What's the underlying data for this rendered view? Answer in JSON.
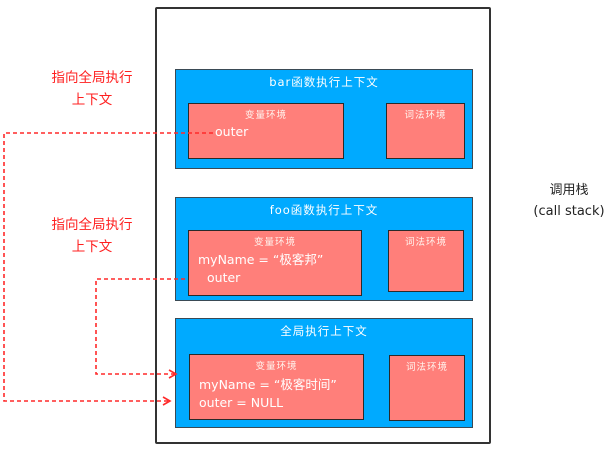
{
  "call_stack": {
    "label": "调用栈",
    "label_en": "(call stack)"
  },
  "contexts": [
    {
      "title": "bar函数执行上下文",
      "variable_env": {
        "title": "变量环境",
        "lines": [
          "outer"
        ]
      },
      "lexical_env": {
        "title": "词法环境"
      }
    },
    {
      "title": "foo函数执行上下文",
      "variable_env": {
        "title": "变量环境",
        "lines": [
          "myName = “极客邦”",
          "outer"
        ]
      },
      "lexical_env": {
        "title": "词法环境"
      }
    },
    {
      "title": "全局执行上下文",
      "variable_env": {
        "title": "变量环境",
        "lines": [
          "myName = “极客时间”",
          "outer = NULL"
        ]
      },
      "lexical_env": {
        "title": "词法环境"
      }
    }
  ],
  "annotations": [
    {
      "line1": "指向全局执行",
      "line2": "上下文"
    },
    {
      "line1": "指向全局执行",
      "line2": "上下文"
    }
  ],
  "colors": {
    "context_fill": "#00aaff",
    "env_fill": "#ff7f7a",
    "pointer_line": "#ff2a2a",
    "frame_border": "#333333"
  }
}
